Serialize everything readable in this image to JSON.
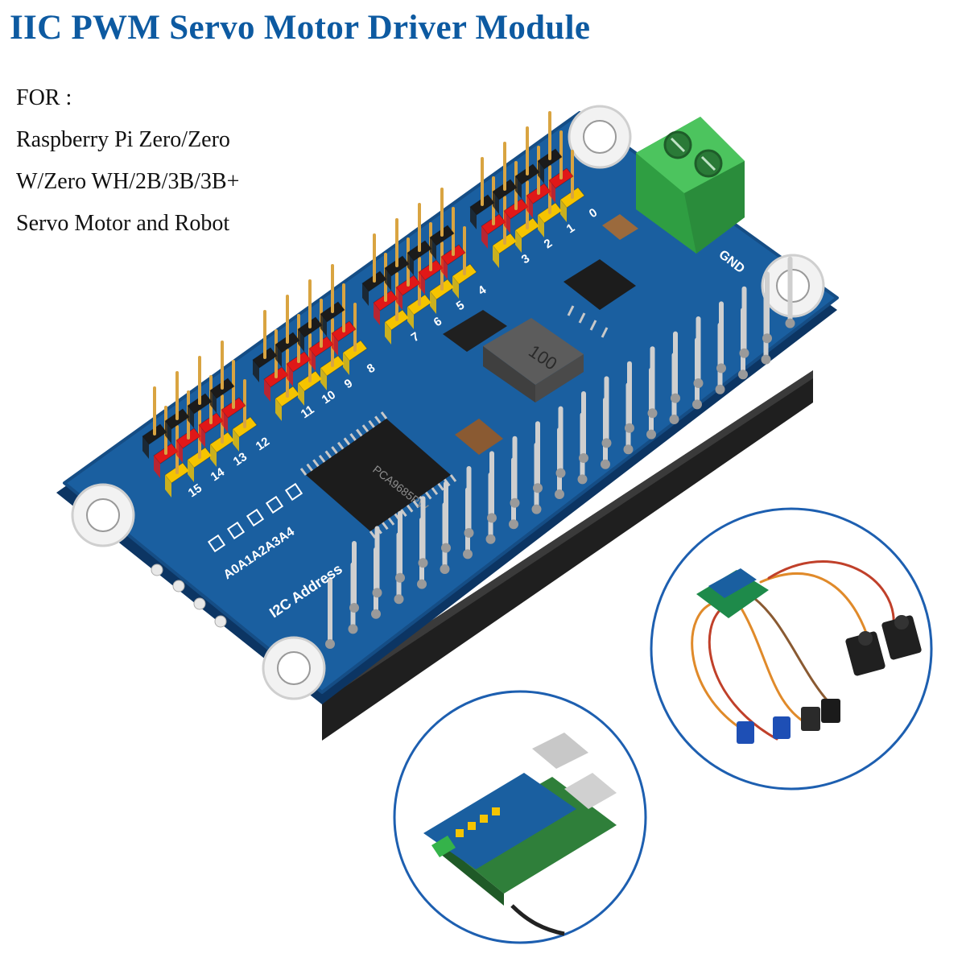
{
  "product": {
    "title": "IIC PWM Servo Motor Driver Module",
    "compat_lines": [
      "FOR :",
      "Raspberry Pi Zero/Zero",
      "W/Zero WH/2B/3B/3B+",
      "Servo Motor and Robot"
    ]
  },
  "board": {
    "channel_labels": [
      "15",
      "14",
      "13",
      "12",
      "11",
      "10",
      "9",
      "8",
      "7",
      "6",
      "5",
      "4",
      "3",
      "2",
      "1",
      "0"
    ],
    "address_label": "A0A1A2A3A4",
    "i2c_label": "I2C Address",
    "chip_label": "PCA9685PW",
    "inductor_label": "100",
    "gnd_label": "GND"
  },
  "colors": {
    "title": "#0d5aa1",
    "pcb": "#1a5fa0",
    "pin_yellow": "#f5c400",
    "pin_red": "#e01818",
    "pin_black": "#1b1b1b",
    "terminal_green": "#35b34a"
  }
}
